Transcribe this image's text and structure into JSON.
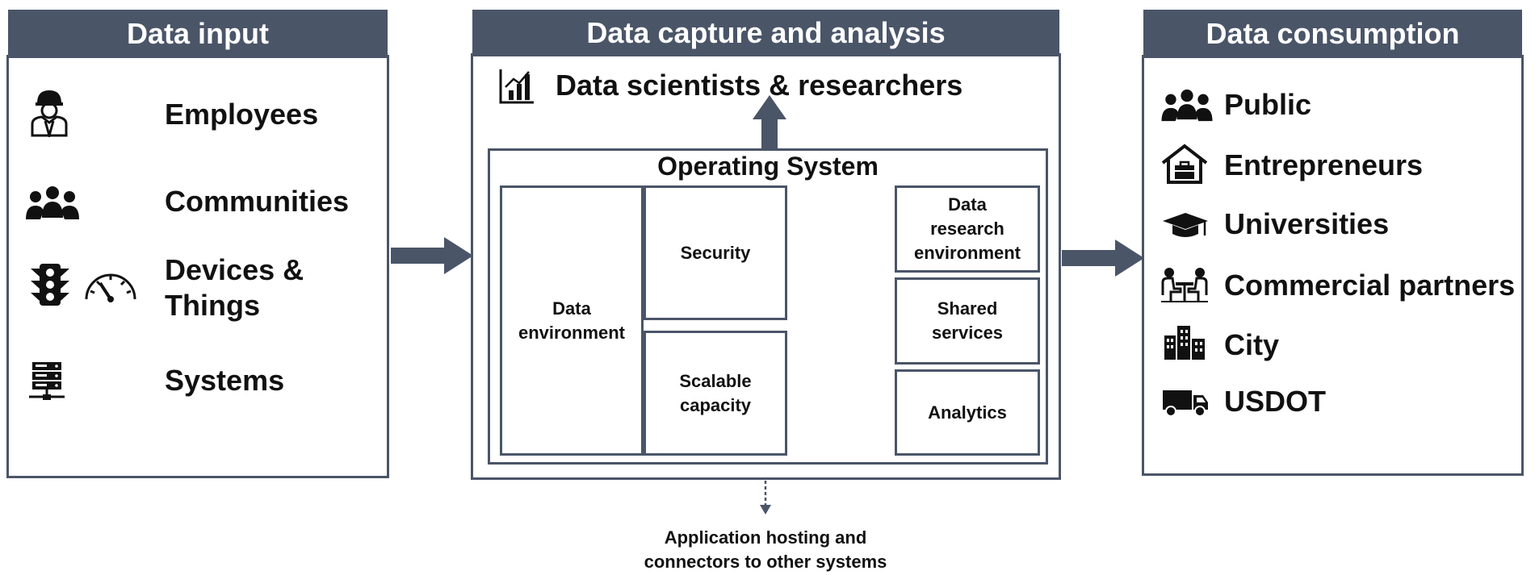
{
  "input": {
    "title": "Data input",
    "items": [
      {
        "label": "Employees",
        "icon": "construction-worker-icon"
      },
      {
        "label": "Communities",
        "icon": "group-icon"
      },
      {
        "label_line1": "Devices &",
        "label_line2": "Things",
        "icon": "traffic-light-icon",
        "icon2": "speedometer-icon"
      },
      {
        "label": "Systems",
        "icon": "server-icon"
      }
    ]
  },
  "capture": {
    "title": "Data capture and analysis",
    "scientists": "Data scientists & researchers",
    "scientists_icon": "bar-chart-icon",
    "os": {
      "title": "Operating System",
      "data_env_line1": "Data",
      "data_env_line2": "environment",
      "security": "Security",
      "scalable_line1": "Scalable",
      "scalable_line2": "capacity",
      "research_line1": "Data",
      "research_line2": "research",
      "research_line3": "environment",
      "shared_line1": "Shared",
      "shared_line2": "services",
      "analytics": "Analytics"
    },
    "hosting_line1": "Application hosting and",
    "hosting_line2": "connectors to other systems"
  },
  "consumption": {
    "title": "Data consumption",
    "items": [
      {
        "label": "Public",
        "icon": "group-icon"
      },
      {
        "label": "Entrepreneurs",
        "icon": "house-briefcase-icon"
      },
      {
        "label": "Universities",
        "icon": "graduation-cap-icon"
      },
      {
        "label": "Commercial partners",
        "icon": "meeting-icon"
      },
      {
        "label": "City",
        "icon": "buildings-icon"
      },
      {
        "label": "USDOT",
        "icon": "truck-icon"
      }
    ]
  },
  "colors": {
    "panel": "#4a5568",
    "text": "#111111",
    "background": "#ffffff"
  }
}
